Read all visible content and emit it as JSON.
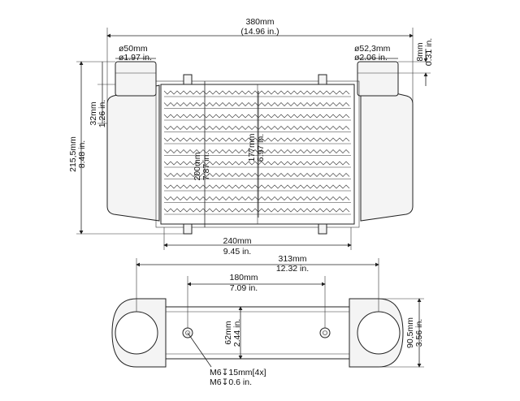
{
  "dimensions": {
    "overall_width": {
      "mm": "380mm",
      "in": "(14.96 in.)"
    },
    "inlet_diameter": {
      "mm": "ø50mm",
      "in": "ø1.97 in."
    },
    "outlet_diameter": {
      "mm": "ø52,3mm",
      "in": "ø2.06 in."
    },
    "neck_height": {
      "mm": "8mm",
      "in": "0.31 in."
    },
    "pipe_offset": {
      "mm": "32mm",
      "in": "1.26 in."
    },
    "overall_height": {
      "mm": "215,5mm",
      "in": "8.48 in."
    },
    "core_height": {
      "mm": "200mm",
      "in": "7.87 in."
    },
    "fin_height": {
      "mm": "177mm",
      "in": "6.97 in."
    },
    "core_width": {
      "mm": "240mm",
      "in": "9.45 in."
    },
    "tank_span": {
      "mm": "313mm",
      "in": "12.32 in."
    },
    "mount_spacing": {
      "mm": "180mm",
      "in": "7.09 in."
    },
    "core_depth": {
      "mm": "62mm",
      "in": "2.44 in."
    },
    "overall_depth": {
      "mm": "90,5mm",
      "in": "3.56 in."
    },
    "thread_mm": "M6↧15mm[4x]",
    "thread_in": "M6↧0.6 in."
  }
}
